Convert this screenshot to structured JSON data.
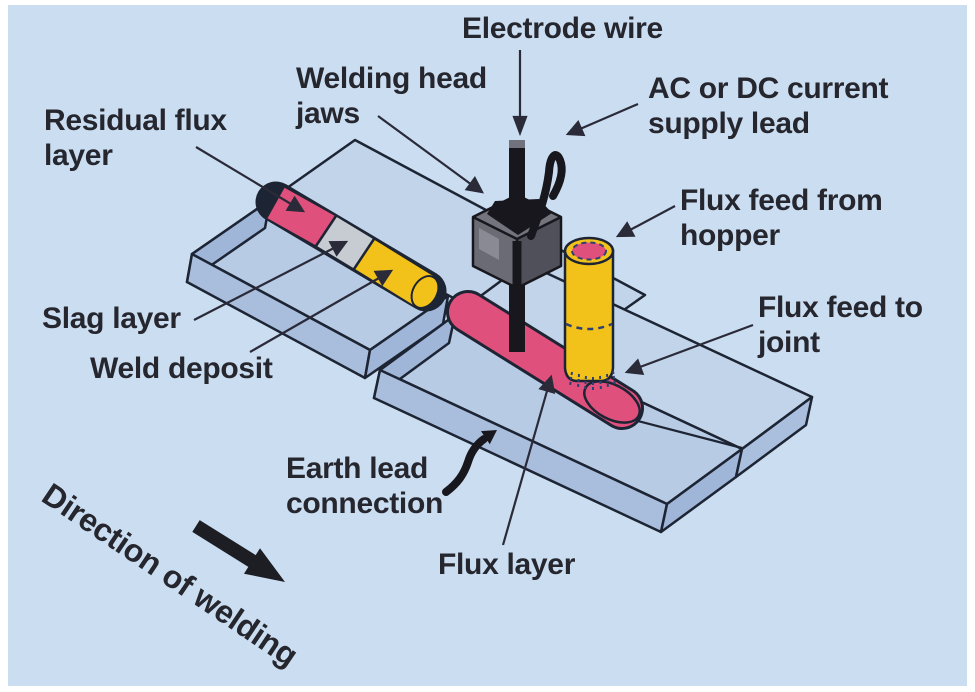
{
  "diagram_type": "submerged-arc-welding-process",
  "labels": {
    "electrode_wire": "Electrode wire",
    "welding_head_jaws": "Welding head jaws",
    "ac_dc_lead": "AC or DC current supply lead",
    "flux_feed_hopper": "Flux feed from hopper",
    "flux_feed_joint": "Flux feed to joint",
    "residual_flux_layer": "Residual flux layer",
    "slag_layer": "Slag layer",
    "weld_deposit": "Weld deposit",
    "earth_lead": "Earth lead connection",
    "flux_layer": "Flux layer",
    "direction_of_welding": "Direction of welding"
  },
  "colors": {
    "background": "#cbdef1",
    "page_border": "#ffffff",
    "plate_top_rear": "#c1d4ea",
    "plate_top_front": "#b7cbe5",
    "plate_side": "#a9bedd",
    "plate_end": "#9fb6d8",
    "outline": "#1d2433",
    "flux_pink": "#e0507c",
    "slag_gray": "#c7cbd2",
    "weld_yellow": "#f2c21a",
    "head_gray": "#6b6b76",
    "head_dark": "#50505b",
    "black_parts": "#17171d",
    "dashed_navy": "#2e4070",
    "ink": "#26262f"
  }
}
